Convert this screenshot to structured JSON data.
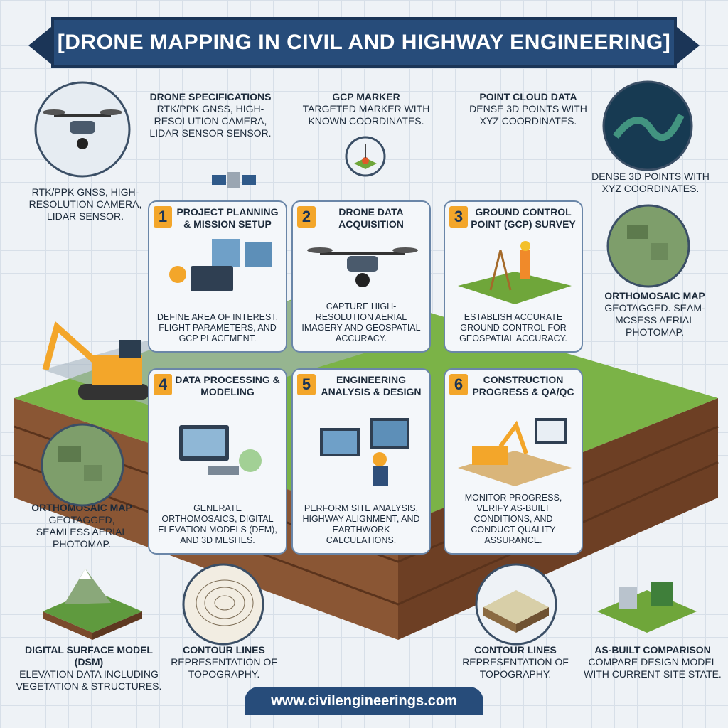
{
  "title": "[DRONE MAPPING IN CIVIL AND HIGHWAY ENGINEERING]",
  "callouts": {
    "drone_specs": {
      "title": "DRONE SPECIFICATIONS",
      "text": "RTK/PPK GNSS, HIGH-RESOLUTION CAMERA, LIDAR SENSOR SENSOR."
    },
    "drone_specs_left": {
      "text": "RTK/PPK GNSS, HIGH-RESOLUTION CAMERA, LIDAR SENSOR."
    },
    "gcp_marker": {
      "title": "GCP MARKER",
      "text": "TARGETED MARKER WITH KNOWN COORDINATES."
    },
    "point_cloud": {
      "title": "POINT CLOUD DATA",
      "text": "DENSE 3D POINTS WITH XYZ COORDINATES."
    },
    "point_cloud_right": {
      "text": "DENSE 3D POINTS WITH XYZ COORDINATES."
    },
    "ortho_right": {
      "title": "ORTHOMOSAIC MAP",
      "text": "GEOTAGGED. SEAM-MCSESS AERIAL PHOTOMAP."
    },
    "ortho_left": {
      "title": "ORTHOMOSAIC MAP",
      "text": "GEOTAGGED, SEAMLESS AERIAL PHOTOMAP."
    },
    "dsm": {
      "title": "DIGITAL SURFACE MODEL (DSM)",
      "text": "ELEVATION DATA INCLUDING VEGETATION & STRUCTURES."
    },
    "contour_a": {
      "title": "CONTOUR LINES",
      "text": "REPRESENTATION OF TOPOGRAPHY."
    },
    "contour_b": {
      "title": "CONTOUR LINES",
      "text": "REPRESENTATION OF TOPOGRAPHY."
    },
    "asbuilt": {
      "title": "AS-BUILT COMPARISON",
      "text": "COMPARE DESIGN MODEL WITH CURRENT SITE STATE."
    }
  },
  "steps": [
    {
      "num": "1",
      "title": "PROJECT PLANNING & MISSION SETUP",
      "desc": "DEFINE AREA OF INTEREST, FLIGHT PARAMETERS, AND GCP PLACEMENT."
    },
    {
      "num": "2",
      "title": "DRONE DATA ACQUISITION",
      "desc": "CAPTURE HIGH-RESOLUTION AERIAL IMAGERY AND GEOSPATIAL ACCURACY."
    },
    {
      "num": "3",
      "title": "GROUND CONTROL POINT (GCP) SURVEY",
      "desc": "ESTABLISH ACCURATE GROUND CONTROL FOR GEOSPATIAL ACCURACY."
    },
    {
      "num": "4",
      "title": "DATA PROCESSING & MODELING",
      "desc": "GENERATE ORTHOMOSAICS, DIGITAL ELEVATION MODELS (DEM), AND 3D MESHES."
    },
    {
      "num": "5",
      "title": "ENGINEERING ANALYSIS & DESIGN",
      "desc": "PERFORM SITE ANALYSIS, HIGHWAY ALIGNMENT, AND EARTHWORK CALCULATIONS."
    },
    {
      "num": "6",
      "title": "CONSTRUCTION PROGRESS & QA/QC",
      "desc": "MONITOR PROGRESS, VERIFY AS-BUILT CONDITIONS, AND CONDUCT QUALITY ASSURANCE."
    }
  ],
  "footer": "www.civilengineerings.com",
  "colors": {
    "banner": "#274c7a",
    "accent": "#f3a62a",
    "grass": "#6fa63a",
    "soil": "#7a4a2c"
  }
}
